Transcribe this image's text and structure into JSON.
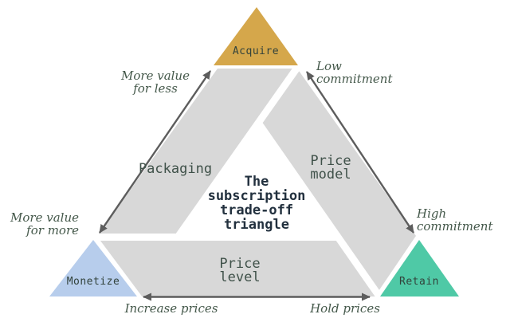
{
  "diagram_title_lines": [
    "The",
    "subscription",
    "trade-off",
    "triangle"
  ],
  "corners": {
    "acquire": {
      "label": "Acquire"
    },
    "monetize": {
      "label": "Monetize"
    },
    "retain": {
      "label": "Retain"
    }
  },
  "bands": {
    "packaging": "Packaging",
    "price_model": [
      "Price",
      "model"
    ],
    "price_level": [
      "Price",
      "level"
    ]
  },
  "annotations": {
    "more_value_for_less": [
      "More value",
      "for less"
    ],
    "low_commitment": [
      "Low",
      "commitment"
    ],
    "more_value_for_more": [
      "More value",
      "for more"
    ],
    "high_commitment": [
      "High",
      "commitment"
    ],
    "increase_prices": "Increase prices",
    "hold_prices": "Hold prices"
  },
  "colors": {
    "acquire": "#d5a74b",
    "monetize": "#b7cdec",
    "retain": "#4fc9a6",
    "band": "#d8d8d8",
    "arrow": "#5d5d5d",
    "title": "#22303e",
    "band_label": "#3f5149",
    "corner_label": "#32423b",
    "annotation": "#44584a"
  }
}
